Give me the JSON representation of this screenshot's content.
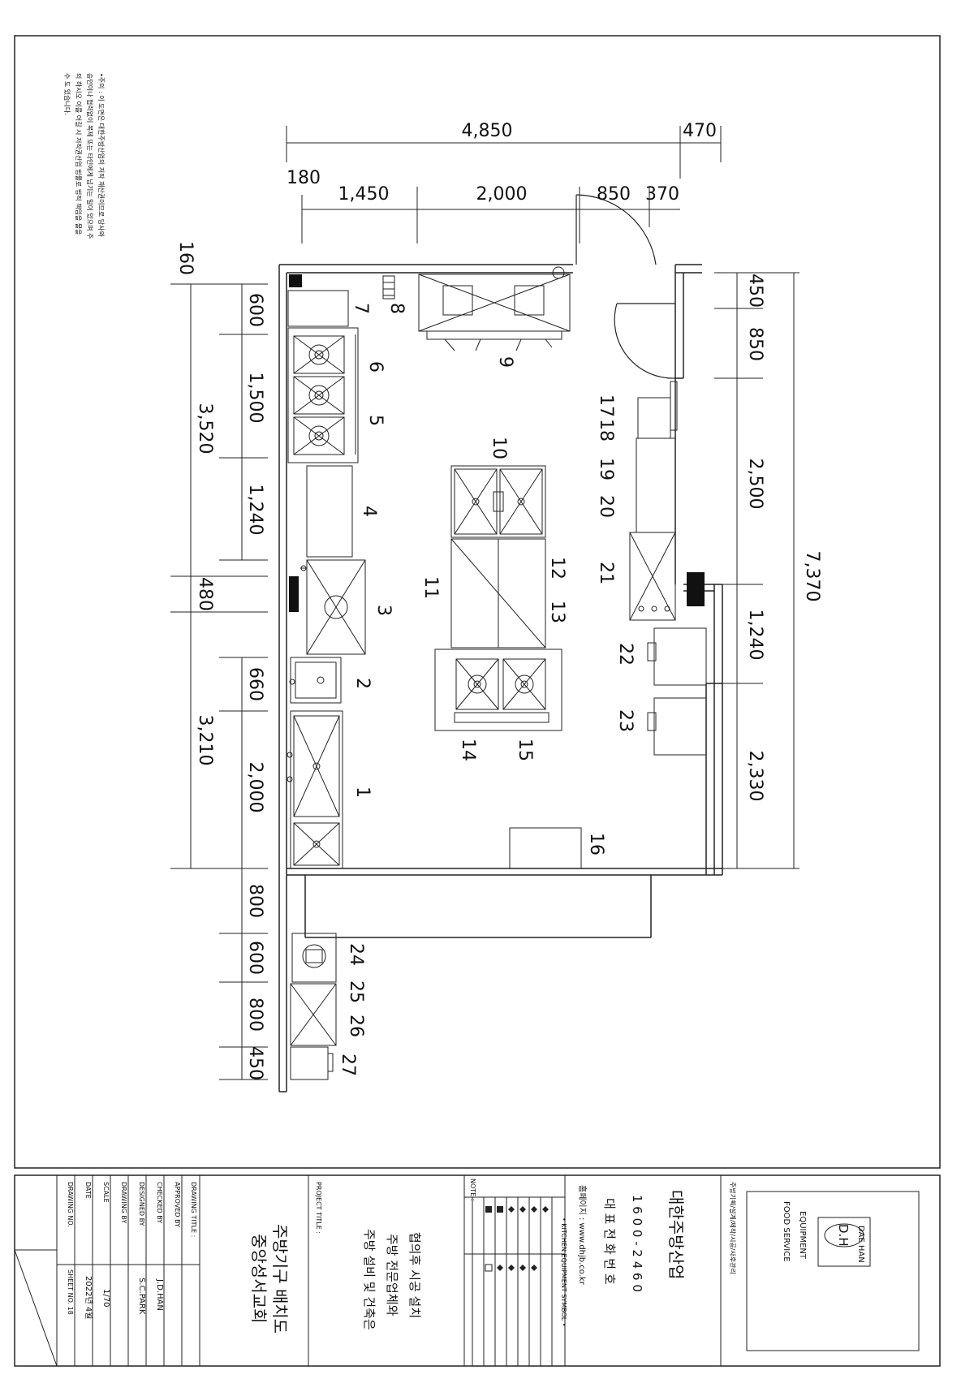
{
  "note_lines": [
    "•주의 : 이 도면은 대한주방산업의 저작 재산권이므로 당사와",
    "승인이나 협력없이 복제 또는 타인에게 넘기는 일이 있으며 주",
    "의 하시오 이를 어길 시 저작권산업 법률로 법적 책임을 물을",
    "수 도 있습니다."
  ],
  "dimensions": {
    "top_total": "4,850",
    "top_right": "470",
    "top_left_offset": "180",
    "top_seg_1": "1,450",
    "top_seg_2": "2,000",
    "top_seg_3": "850",
    "top_seg_4": "370",
    "left_top": "160",
    "left_seg_1": "600",
    "left_seg_2": "1,500",
    "left_seg_3": "1,240",
    "left_group_1": "3,520",
    "left_gap": "480",
    "left_seg_4": "660",
    "left_seg_5": "2,000",
    "left_group_2": "3,210",
    "left_seg_6": "800",
    "left_seg_7": "600",
    "left_seg_8": "800",
    "left_seg_9": "450",
    "right_seg_1": "450",
    "right_seg_2": "850",
    "right_seg_3": "2,500",
    "right_seg_4": "1,240",
    "right_seg_5": "2,330",
    "right_total": "7,370"
  },
  "equipment_labels": {
    "n1": "1",
    "n2": "2",
    "n3": "3",
    "n4": "4",
    "n5": "5",
    "n6": "6",
    "n7": "7",
    "n8": "8",
    "n9": "9",
    "n10": "10",
    "n11": "11",
    "n12": "12",
    "n13": "13",
    "n14": "14",
    "n15": "15",
    "n16": "16",
    "n17": "17",
    "n18": "18",
    "n19": "19",
    "n20": "20",
    "n21": "21",
    "n22": "22",
    "n23": "23",
    "n24": "24",
    "n25": "25",
    "n26": "26",
    "n27": "27"
  },
  "title_block": {
    "drawing_no_label": "DRAWING NO.",
    "sheet_no": "SHEET NO. 18",
    "date_label": "DATE",
    "date": "2022년 4월",
    "scale_label": "SCALE",
    "scale": "1/70",
    "drawn_by_label": "DRAWING BY",
    "designed_by_label": "DESIGNED BY",
    "designed_by": "S.C.PARK",
    "checked_by_label": "CHECKED BY",
    "checked_by": "J.D.HAN",
    "approved_by_label": "APPROVED BY",
    "drawing_title_label": "DRAWING TITLE :",
    "drawing_title_1": "중앙성서교회",
    "drawing_title_2": "주방기구 배치도",
    "project_title_label": "PROJECT TITLE :",
    "project_1": "주방 설비 및 건축은",
    "project_2": "주방 전문업체와",
    "project_3": "협의후 시공 설치",
    "note_label": "NOTE :",
    "symbol_label": "• KITCHEN EQUIPMENT SYMBOL •",
    "homepage": "홈페이지 : www.dhjb.co.kr",
    "phone_label": "대 표 전 화 번 호",
    "phone": "1 6 0 0 - 2 4 6 0",
    "company": "대한주방산업",
    "services": "주방기획/설계/제작/시공/사후관리",
    "food_service": "FOOD SERVICE",
    "equipment": "EQUIPMENT",
    "logo_text": "D.H",
    "dae_han": "DAE HAN"
  }
}
